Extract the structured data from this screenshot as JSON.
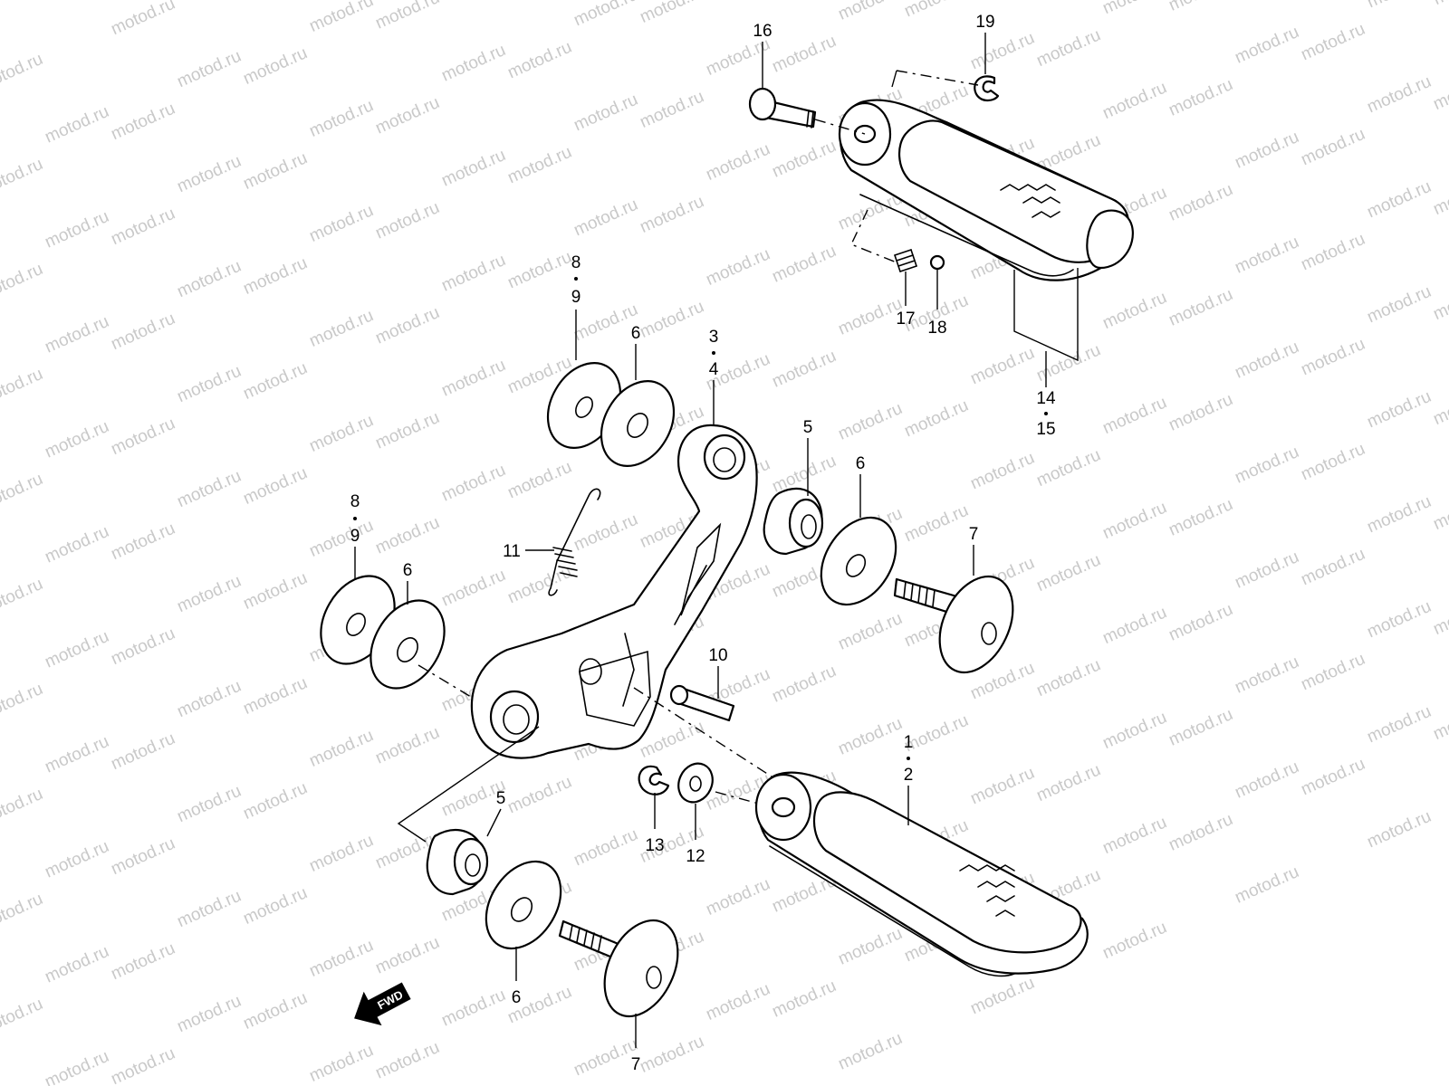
{
  "watermark": "motod.ru",
  "direction_badge": "FWD",
  "callouts": {
    "p16": "16",
    "p19": "19",
    "p17": "17",
    "p18": "18",
    "p14": "14",
    "p15": "15",
    "p8a": "8",
    "p9a": "9",
    "p6a": "6",
    "p3": "3",
    "p4": "4",
    "p5a": "5",
    "p6b": "6",
    "p7a": "7",
    "p8b": "8",
    "p9b": "9",
    "p6c": "6",
    "p11": "11",
    "p10": "10",
    "p1": "1",
    "p2": "2",
    "p5b": "5",
    "p13": "13",
    "p12": "12",
    "p6d": "6",
    "p7b": "7"
  }
}
